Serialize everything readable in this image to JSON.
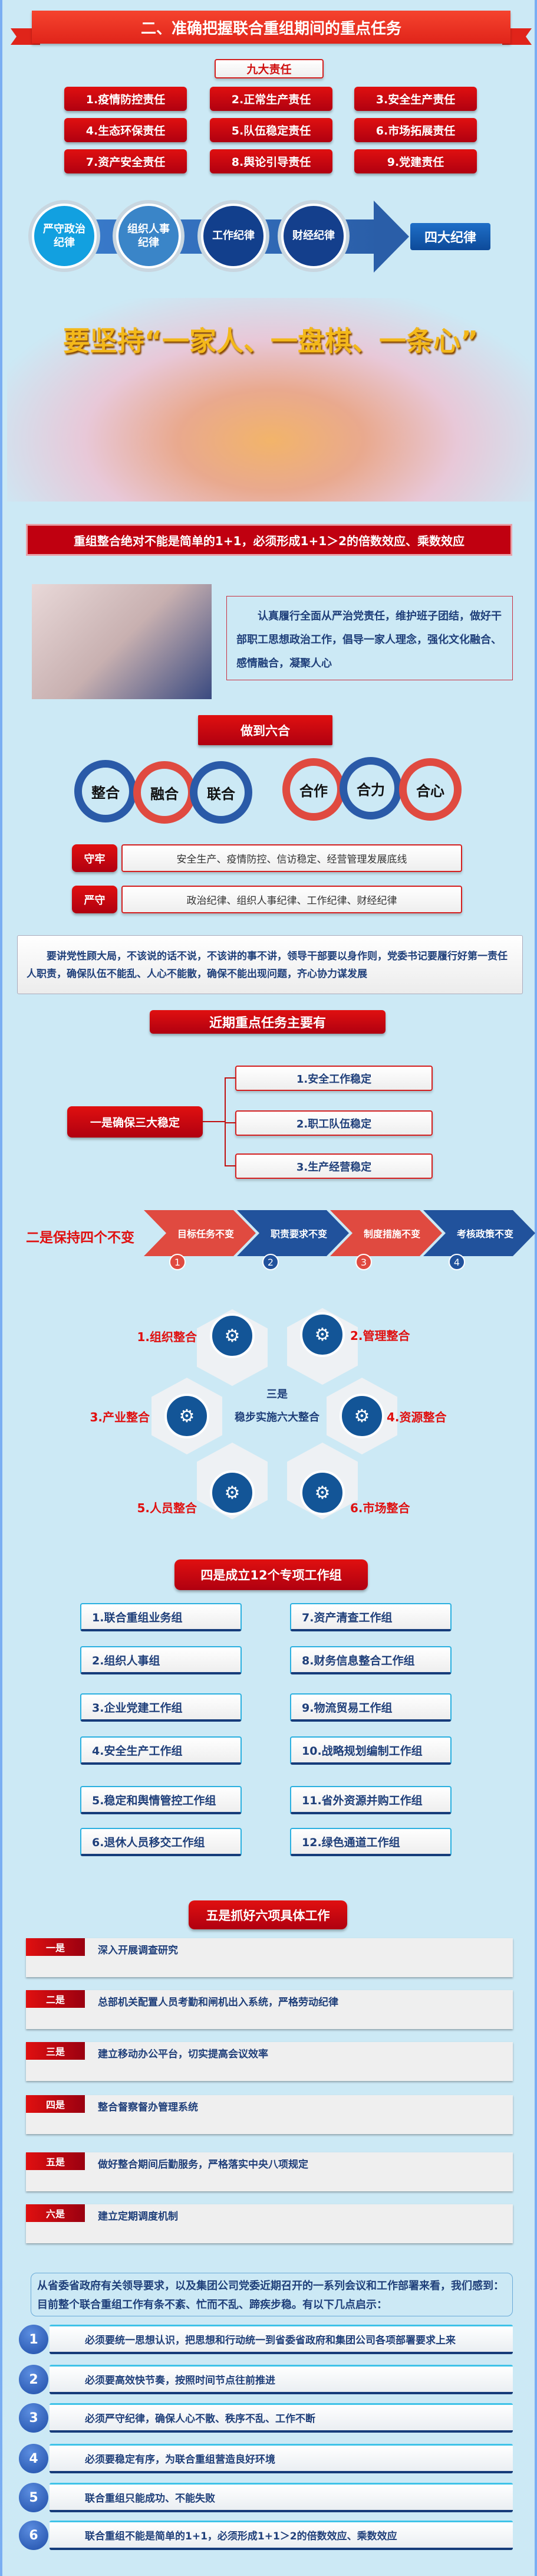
{
  "title": "二、准确把握联合重组期间的重点任务",
  "nine": {
    "heading": "九大责任",
    "items": [
      "1.疫情防控责任",
      "2.正常生产责任",
      "3.安全生产责任",
      "4.生态环保责任",
      "5.队伍稳定责任",
      "6.市场拓展责任",
      "7.资产安全责任",
      "8.舆论引导责任",
      "9.党建责任"
    ]
  },
  "four_disc": {
    "items": [
      "严守政治纪律",
      "组织人事纪律",
      "工作纪律",
      "财经纪律"
    ],
    "label": "四大纪律"
  },
  "hero": {
    "slogan": "要坚持“一家人、一盘棋、一条心”"
  },
  "banner1": "重组整合绝对不能是简单的1+1，必须形成1+1＞2的倍数效应、乘数效应",
  "para1": "认真履行全面从严治党责任，维护班子团结，做好干部职工思想政治工作，倡导一家人理念，强化文化融合、感情融合，凝聚人心",
  "six_he": {
    "heading": "做到六合",
    "items": [
      "整合",
      "融合",
      "联合",
      "合作",
      "合力",
      "合心"
    ]
  },
  "rows": [
    {
      "tag": "守牢",
      "text": "安全生产、疫情防控、信访稳定、经营管理发展底线"
    },
    {
      "tag": "严守",
      "text": "政治纪律、组织人事纪律、工作纪律、财经纪律"
    }
  ],
  "para2": "要讲党性顾大局，不该说的话不说，不该讲的事不讲，领导干部要以身作则，党委书记要履行好第一责任人职责，确保队伍不能乱、人心不能散，确保不能出现问题，齐心协力谋发展",
  "recent": {
    "heading": "近期重点任务主要有",
    "one": {
      "label": "一是确保三大稳定",
      "items": [
        "1.安全工作稳定",
        "2.职工队伍稳定",
        "3.生产经营稳定"
      ]
    },
    "two": {
      "label": "二是保持四个不变",
      "items": [
        "目标任务不变",
        "职责要求不变",
        "制度措施不变",
        "考核政策不变"
      ],
      "nums": [
        "1",
        "2",
        "3",
        "4"
      ]
    },
    "three": {
      "center1": "三是",
      "center2": "稳步实施六大整合",
      "items": [
        "1.组织整合",
        "2.管理整合",
        "3.产业整合",
        "4.资源整合",
        "5.人员整合",
        "6.市场整合"
      ]
    }
  },
  "groups": {
    "heading": "四是成立12个专项工作组",
    "items": [
      "1.联合重组业务组",
      "2.组织人事组",
      "3.企业党建工作组",
      "4.安全生产工作组",
      "5.稳定和舆情管控工作组",
      "6.退休人员移交工作组",
      "7.资产清查工作组",
      "8.财务信息整合工作组",
      "9.物流贸易工作组",
      "10.战略规划编制工作组",
      "11.省外资源并购工作组",
      "12.绿色通道工作组"
    ]
  },
  "five": {
    "heading": "五是抓好六项具体工作",
    "items": [
      {
        "tag": "一是",
        "text": "深入开展调查研究"
      },
      {
        "tag": "二是",
        "text": "总部机关配置人员考勤和闸机出入系统，严格劳动纪律"
      },
      {
        "tag": "三是",
        "text": "建立移动办公平台，切实提高会议效率"
      },
      {
        "tag": "四是",
        "text": "整合督察督办管理系统"
      },
      {
        "tag": "五是",
        "text": "做好整合期间后勤服务，严格落实中央八项规定"
      },
      {
        "tag": "六是",
        "text": "建立定期调度机制"
      }
    ]
  },
  "intro": "从省委省政府有关领导要求，以及集团公司党委近期召开的一系列会议和工作部署来看，我们感到：目前整个联合重组工作有条不紊、忙而不乱、蹄疾步稳。有以下几点启示：",
  "lessons": [
    {
      "n": "1",
      "t": "必须要统一思想认识，把思想和行动统一到省委省政府和集团公司各项部署要求上来"
    },
    {
      "n": "2",
      "t": "必须要高效快节奏，按照时间节点往前推进"
    },
    {
      "n": "3",
      "t": "必须严守纪律，确保人心不散、秩序不乱、工作不断"
    },
    {
      "n": "4",
      "t": "必须要稳定有序，为联合重组营造良好环境"
    },
    {
      "n": "5",
      "t": "联合重组只能成功、不能失败"
    },
    {
      "n": "6",
      "t": "联合重组不能是简单的1+1，必须形成1+1＞2的倍数效应、乘数效应"
    }
  ]
}
